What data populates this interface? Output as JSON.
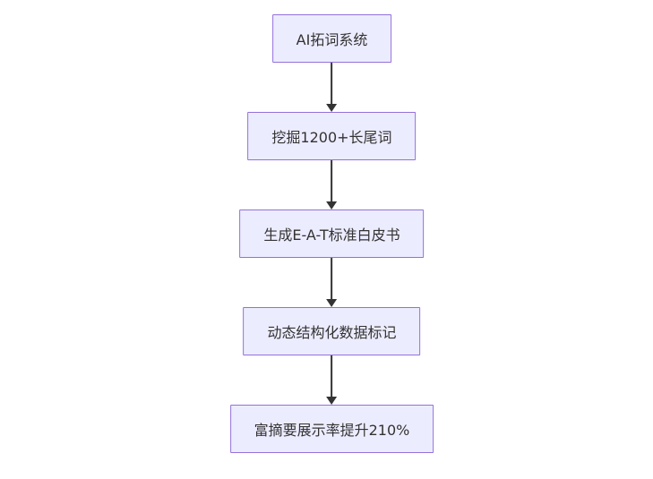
{
  "diagram": {
    "type": "flowchart-vertical",
    "colors": {
      "background": "#ffffff",
      "node_fill": "#ECECFF",
      "node_border": "#9370DB",
      "node_text": "#333333",
      "arrow": "#333333"
    },
    "nodes": [
      {
        "id": "n1",
        "label": "AI拓词系统"
      },
      {
        "id": "n2",
        "label": "挖掘1200+长尾词"
      },
      {
        "id": "n3",
        "label": "生成E-A-T标准白皮书"
      },
      {
        "id": "n4",
        "label": "动态结构化数据标记"
      },
      {
        "id": "n5",
        "label": "富摘要展示率提升210%"
      }
    ],
    "edges": [
      {
        "from": "n1",
        "to": "n2"
      },
      {
        "from": "n2",
        "to": "n3"
      },
      {
        "from": "n3",
        "to": "n4"
      },
      {
        "from": "n4",
        "to": "n5"
      }
    ]
  }
}
